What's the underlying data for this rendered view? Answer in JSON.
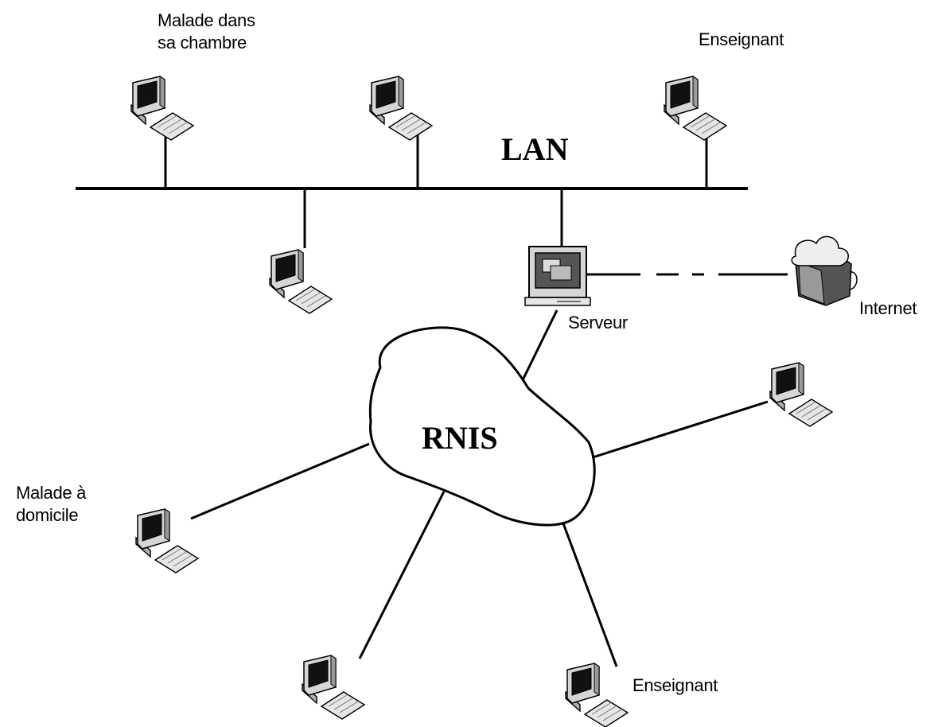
{
  "diagram": {
    "lan_label": "LAN",
    "rnis_label": "RNIS",
    "server_label": "Serveur",
    "internet_label": "Internet",
    "patient_room_label_line1": "Malade dans",
    "patient_room_label_line2": "sa chambre",
    "teacher_lan_label": "Enseignant",
    "patient_home_label_line1": "Malade à",
    "patient_home_label_line2": "domicile",
    "teacher_rnis_label": "Enseignant"
  },
  "icons": {
    "workstation": "computer-icon",
    "server": "server-icon",
    "internet": "internet-cloud-icon"
  }
}
